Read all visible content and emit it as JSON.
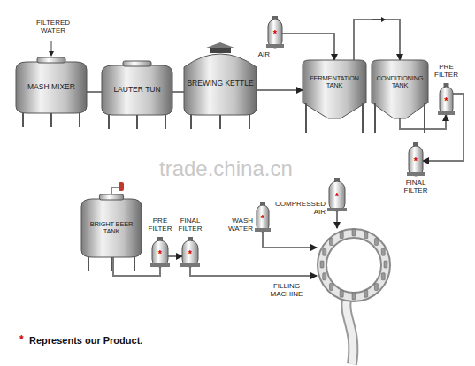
{
  "diagram": {
    "nodes": [
      {
        "text": [
          "MASH MIXER"
        ]
      },
      {
        "text": [
          "LAUTER TUN"
        ]
      },
      {
        "text": [
          "BREWING KETTLE"
        ]
      },
      {
        "text": [
          "AIR",
          "*"
        ]
      },
      {
        "text": [
          "FERMENTATION TANK"
        ]
      },
      {
        "text": [
          "CONDITIONING TANK"
        ]
      },
      {
        "text": [
          "PRE FILTER",
          "*"
        ]
      },
      {
        "text": [
          "FINAL FILTER",
          "*"
        ]
      },
      {
        "text": [
          "BRIGHT BEER TANK"
        ]
      },
      {
        "text": [
          "PRE FILTER",
          "*"
        ]
      },
      {
        "text": [
          "FINAL FILTER",
          "*"
        ]
      },
      {
        "text": [
          "COMPRESSED AIR",
          "*"
        ]
      },
      {
        "text": [
          "WASH WATER",
          "*"
        ]
      },
      {
        "text": [
          "FILLING MACHINE"
        ]
      }
    ],
    "edges": [
      {
        "from": 0,
        "to": 1,
        "arrow": "none"
      },
      {
        "from": 1,
        "to": 2,
        "arrow": "none"
      },
      {
        "from": 2,
        "to": 4,
        "arrow": "to"
      },
      {
        "from": 3,
        "to": 4,
        "arrow": "to"
      },
      {
        "from": 4,
        "to": 5,
        "arrow": "to"
      },
      {
        "from": 5,
        "to": 6,
        "arrow": "to"
      },
      {
        "from": 6,
        "to": 7,
        "arrow": "to"
      },
      {
        "from": 8,
        "to": 9,
        "arrow": "none"
      },
      {
        "from": 9,
        "to": 10,
        "arrow": "to"
      },
      {
        "from": 10,
        "to": 13,
        "arrow": "to"
      },
      {
        "from": 11,
        "to": 13,
        "arrow": "to"
      },
      {
        "from": 12,
        "to": 13,
        "arrow": "to"
      }
    ],
    "labels": [
      "FILTERED WATER",
      "trade.china.cn",
      "*",
      "Represents our Product."
    ]
  }
}
